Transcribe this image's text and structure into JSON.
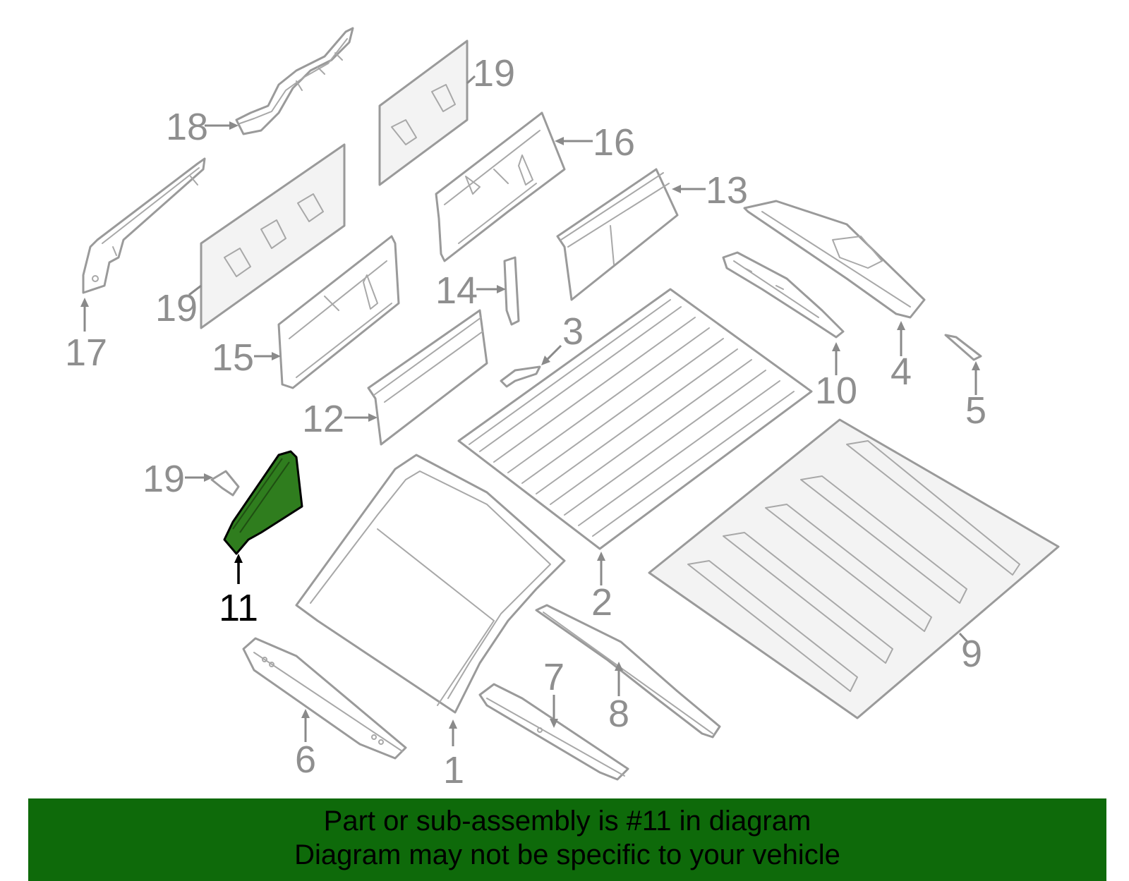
{
  "highlight_color": "#2f7d1e",
  "banner_color": "#0e6a0a",
  "banner": {
    "line1": "Part or sub-assembly is #11 in diagram",
    "line2": "Diagram may not be specific to your vehicle"
  },
  "callouts": {
    "n1": "1",
    "n2": "2",
    "n3": "3",
    "n4": "4",
    "n5": "5",
    "n6": "6",
    "n7": "7",
    "n8": "8",
    "n9": "9",
    "n10": "10",
    "n11": "11",
    "n12": "12",
    "n13": "13",
    "n14": "14",
    "n15": "15",
    "n16": "16",
    "n17": "17",
    "n18": "18",
    "n19a": "19",
    "n19b": "19",
    "n19c": "19"
  },
  "highlighted_part": "11"
}
